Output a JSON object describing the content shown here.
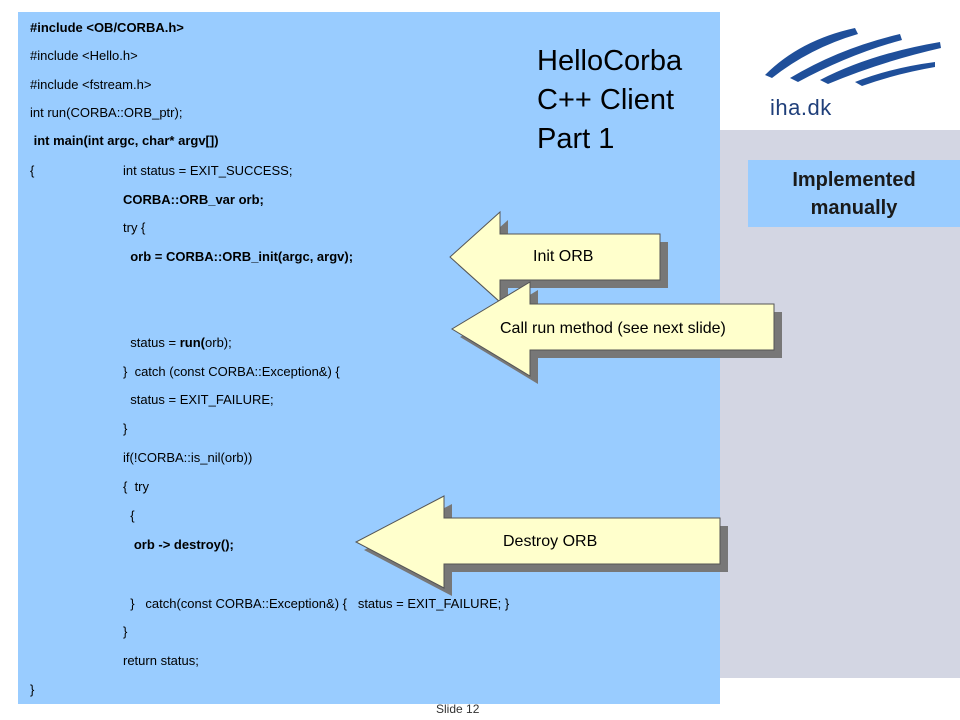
{
  "title": {
    "line1": "HelloCorba",
    "line2": "C++ Client",
    "line3": "Part 1"
  },
  "logo": {
    "text": "iha.dk"
  },
  "implemented_box": {
    "line1": "Implemented",
    "line2": "manually"
  },
  "code_lines": [
    "#include <OB/CORBA.h>",
    "#include <Hello.h>",
    "#include <fstream.h>",
    "int run(CORBA::ORB_ptr);",
    " int main(int argc, char* argv[])",
    "{",
    "int status = EXIT_SUCCESS;",
    "CORBA::ORB_var orb;",
    "try {",
    "  orb = CORBA::ORB_init(argc, argv);",
    "  status = ",
    "run(",
    "orb);",
    "}  catch (const CORBA::Exception&) {",
    "  status = EXIT_FAILURE;",
    "}",
    "if(!CORBA::is_nil(orb))",
    "{  try",
    "  {",
    "   orb -> destroy();",
    "  }   catch(const CORBA::Exception&) {   status = EXIT_FAILURE; }",
    "}",
    "return status;",
    "}"
  ],
  "callouts": {
    "init_orb": "Init ORB",
    "call_run": "Call run method (see next slide)",
    "destroy_orb": "Destroy ORB"
  },
  "colors": {
    "code_bg": "#99ccff",
    "panel_bg": "#d3d6e3",
    "callout_fill": "#ffffcc",
    "logo_blue": "#1f4f9a"
  },
  "footer": {
    "slide": "Slide 12"
  }
}
